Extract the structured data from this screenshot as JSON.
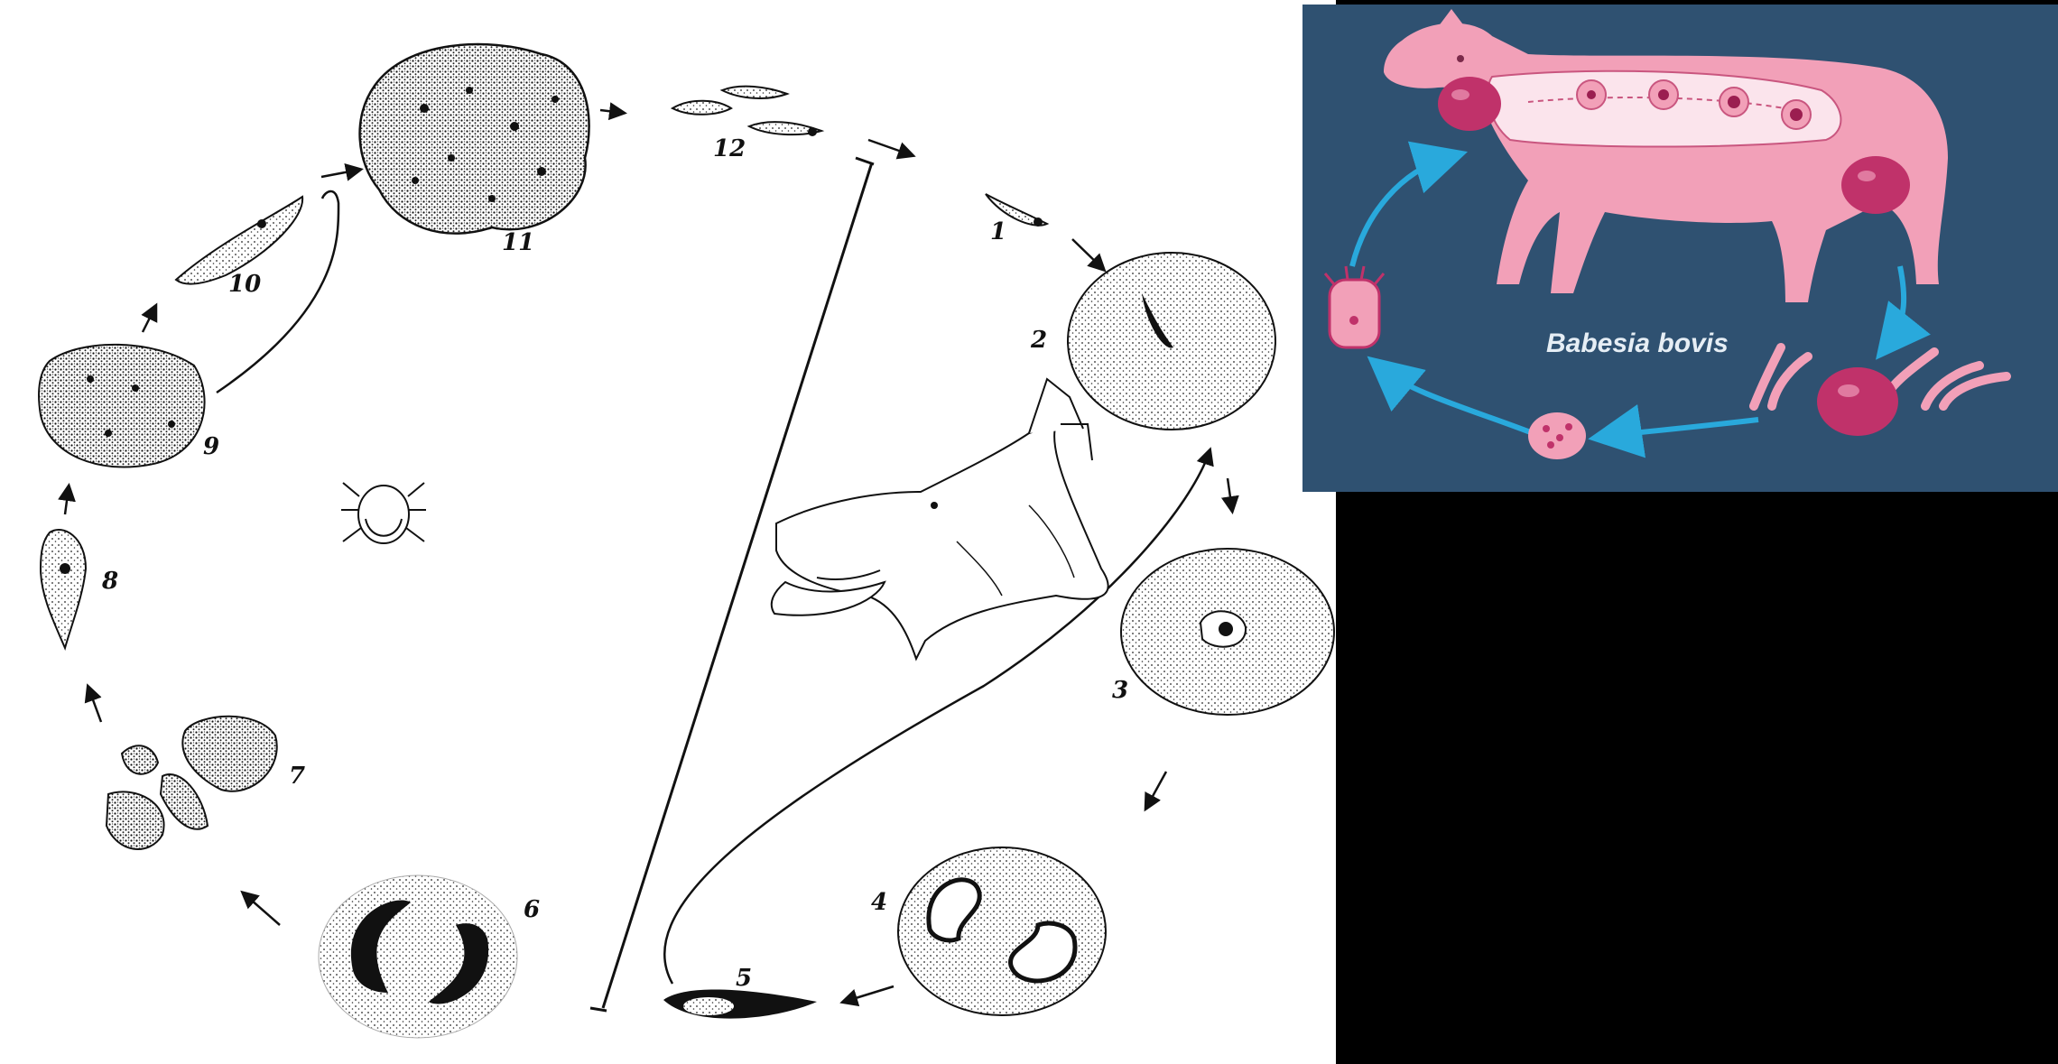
{
  "lifecycle_diagram": {
    "stage_labels": [
      "1",
      "2",
      "3",
      "4",
      "5",
      "6",
      "7",
      "8",
      "9",
      "10",
      "11",
      "12"
    ],
    "host_icons": [
      "tick-icon",
      "dog-head-icon"
    ]
  },
  "babesia_panel": {
    "species_name": "Babesia bovis",
    "icons": [
      "cow-icon",
      "tick-engorged-icon",
      "tick-larva-icon",
      "tick-egg-icon",
      "blood-cell-icon"
    ],
    "colors": {
      "background": "#2f5171",
      "host": "#f2a0b8",
      "arrow": "#29a9dc"
    }
  }
}
